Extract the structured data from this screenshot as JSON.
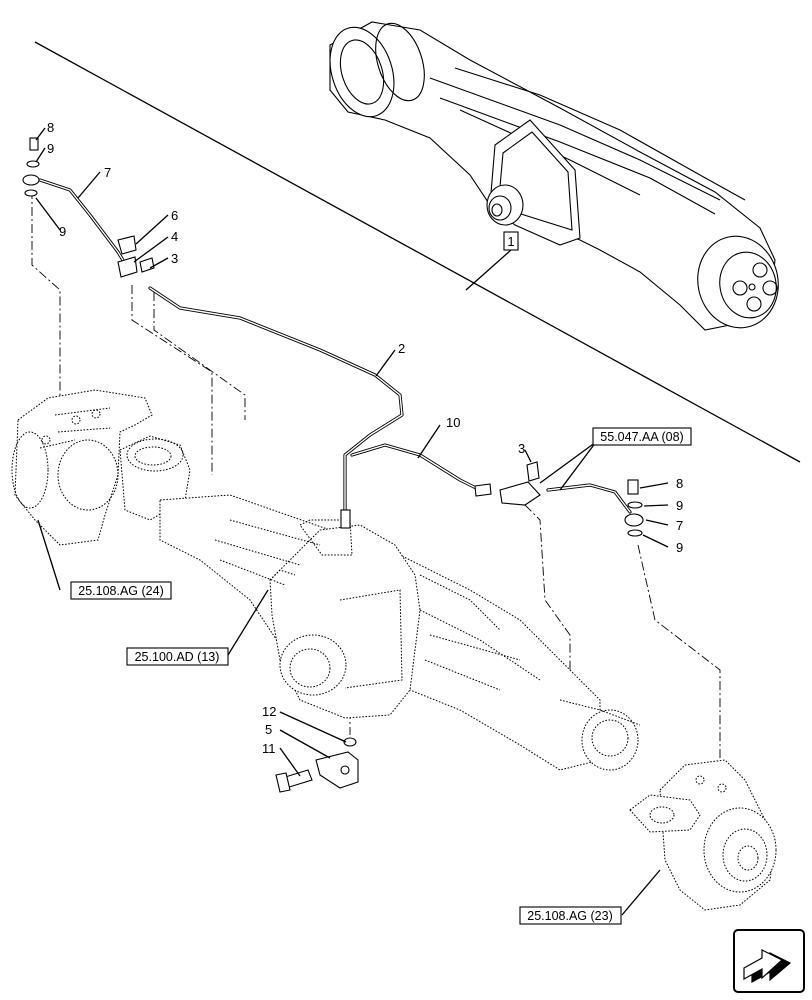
{
  "callouts": {
    "c1": "1",
    "c2": "2",
    "c3a": "3",
    "c3b": "3",
    "c4": "4",
    "c5": "5",
    "c6": "6",
    "c7a": "7",
    "c7b": "7",
    "c8a": "8",
    "c8b": "8",
    "c9a": "9",
    "c9b": "9",
    "c9c": "9",
    "c9d": "9",
    "c10": "10",
    "c11": "11",
    "c12": "12"
  },
  "references": {
    "ref_55047": "55.047.AA (08)",
    "ref_25108_24": "25.108.AG (24)",
    "ref_25100": "25.100.AD (13)",
    "ref_25108_23": "25.108.AG (23)"
  },
  "icons": {
    "nav": "next-page-arrow-icon"
  }
}
